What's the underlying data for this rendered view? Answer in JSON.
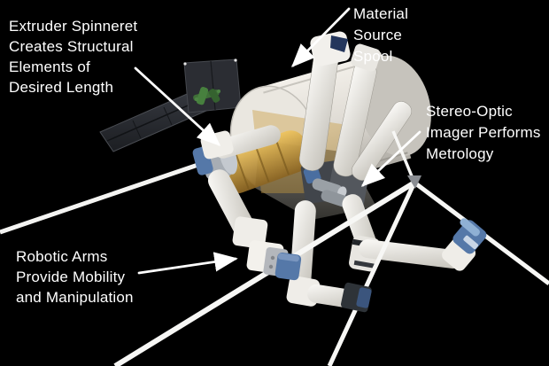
{
  "figure": {
    "description": "Annotated concept render of an in-space fabrication robot on black background",
    "background_color": "#000000",
    "text_color": "#ffffff"
  },
  "labels": {
    "extruder": {
      "text": "Extruder Spinneret\nCreates Structural\nElements of\nDesired Length"
    },
    "spool": {
      "text": "Material\nSource\nSpool"
    },
    "imager": {
      "text": "Stereo-Optic\nImager Performs\nMetrology"
    },
    "arms": {
      "text": "Robotic Arms\nProvide Mobility\nand Manipulation"
    }
  },
  "colors": {
    "annotation_white": "#ffffff",
    "truss_white": "#f7f7f5",
    "arm_white": "#f0eee9",
    "arm_shadow": "#c9c6bf",
    "gripper_blue": "#5578a8",
    "gripper_blue_light": "#7a96bf",
    "extruder_gold": "#d2a345",
    "extruder_gold_dark": "#8a6423",
    "solar_panel_dark": "#2a2d33",
    "solar_mechanism_green": "#3f6f38",
    "imager_gray": "#4a4e54",
    "spool_cream": "#e9e6df"
  },
  "icons": {
    "arrow_leader": "annotation arrow pointing from each label to the hardware it names"
  }
}
